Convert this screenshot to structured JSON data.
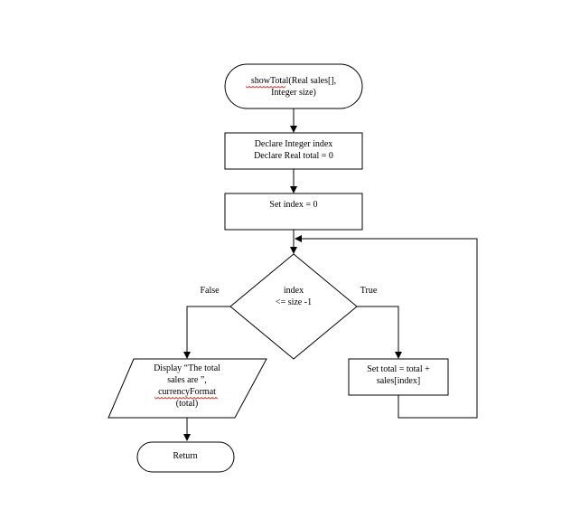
{
  "flowchart": {
    "start": {
      "line1_fn": "showTotal",
      "line1_rest": "(Real sales[],",
      "line2": "Integer size)"
    },
    "declare": {
      "line1": "Declare Integer index",
      "line2": "Declare Real total = 0"
    },
    "set_index": {
      "line1": "Set index = 0"
    },
    "decision": {
      "line1": "index",
      "line2": "<= size -1"
    },
    "branch_labels": {
      "false_label": "False",
      "true_label": "True"
    },
    "display": {
      "line1": "Display “The total",
      "line2": "sales are ”,",
      "line3": "currencyFormat",
      "line4": "(total)"
    },
    "accumulate": {
      "line1": "Set total = total +",
      "line2": "sales[index]"
    },
    "return": {
      "line1": "Return"
    }
  },
  "colors": {
    "stroke": "#000000",
    "fill": "#ffffff",
    "spellcheck_underline": "#e02020"
  }
}
